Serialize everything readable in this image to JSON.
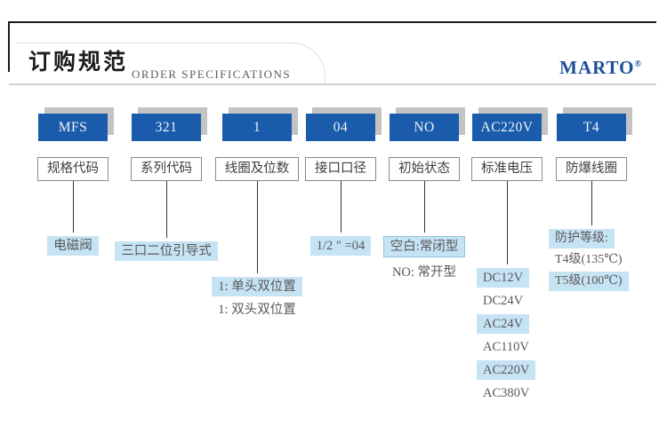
{
  "header": {
    "title_cn": "订购规范",
    "title_en": "ORDER SPECIFICATIONS",
    "brand": "MARTO",
    "brand_mark": "®"
  },
  "colors": {
    "code_box_blue": "#1a5cab",
    "shadow_gray": "#c3c3c3",
    "highlight_blue": "#c6e3f4",
    "connector_line": "#223650",
    "brand_blue": "#1c4f9c"
  },
  "columns": [
    {
      "code": "MFS",
      "label": "规格代码",
      "notes": [
        {
          "text": "电磁阀",
          "highlight": true
        }
      ]
    },
    {
      "code": "321",
      "label": "系列代码",
      "notes": [
        {
          "text": "三口二位引导式",
          "highlight": true
        }
      ]
    },
    {
      "code": "1",
      "label": "线圈及位数",
      "notes": [
        {
          "text": "1: 单头双位置",
          "highlight": true
        },
        {
          "text": "1: 双头双位置",
          "highlight": false
        }
      ]
    },
    {
      "code": "04",
      "label": "接口口径",
      "notes": [
        {
          "text": "1/2 ″ =04",
          "highlight": true
        }
      ]
    },
    {
      "code": "NO",
      "label": "初始状态",
      "notes": [
        {
          "text": "空白:常闭型",
          "highlight": true
        },
        {
          "text": "NO: 常开型",
          "highlight": false
        }
      ]
    },
    {
      "code": "AC220V",
      "label": "标准电压",
      "notes": [
        {
          "text": "DC12V",
          "highlight": true
        },
        {
          "text": "DC24V",
          "highlight": false
        },
        {
          "text": "AC24V",
          "highlight": true
        },
        {
          "text": "AC110V",
          "highlight": false
        },
        {
          "text": "AC220V",
          "highlight": true
        },
        {
          "text": "AC380V",
          "highlight": false
        }
      ]
    },
    {
      "code": "T4",
      "label": "防爆线圈",
      "notes": [
        {
          "text": "防护等级:",
          "highlight": true
        },
        {
          "text": "T4级(135℃)",
          "highlight": false
        },
        {
          "text": "T5级(100℃)",
          "highlight": true
        }
      ]
    }
  ]
}
